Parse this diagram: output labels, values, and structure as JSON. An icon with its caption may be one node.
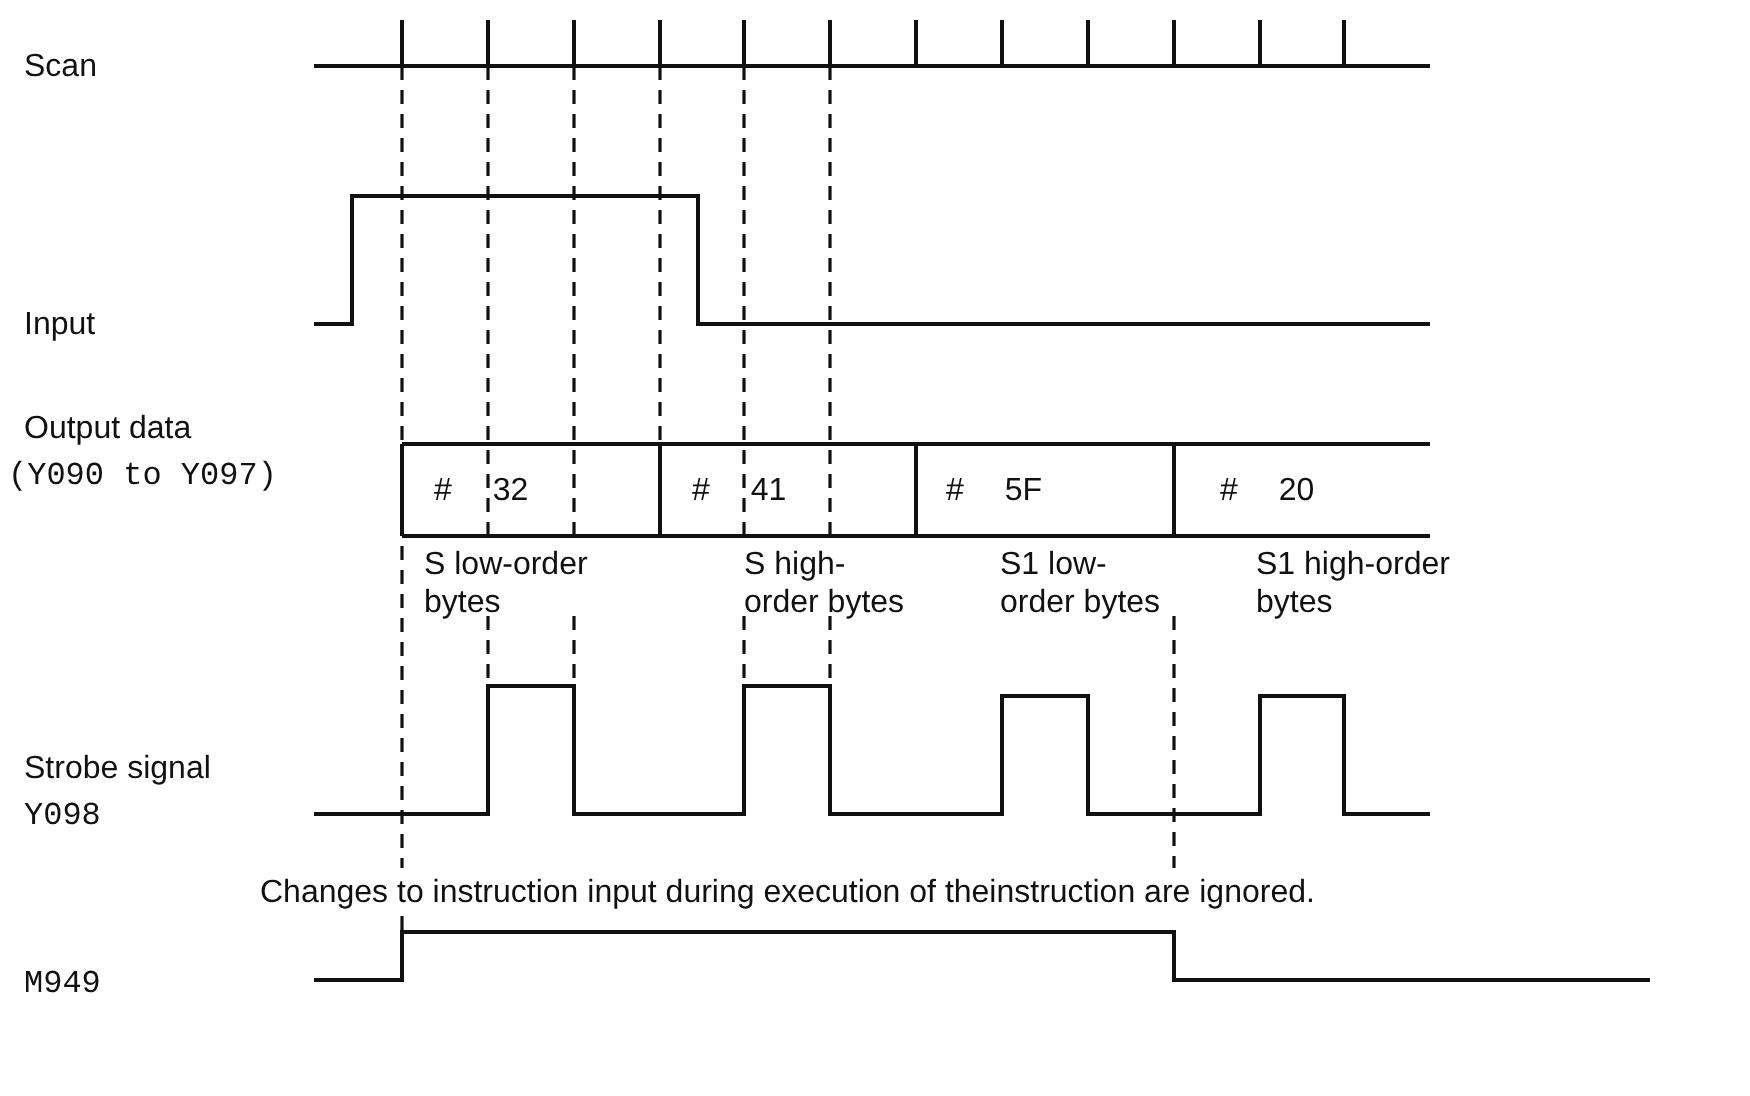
{
  "diagram": {
    "labels": [
      "Scan",
      "Input",
      "Output data",
      "(Y090 to Y097)",
      "# 32",
      "# 41",
      "# 5F",
      "# 20",
      "S low-order bytes",
      "S high-order bytes",
      "S1 low-order bytes",
      "S1 high-order bytes",
      "Strobe signal",
      "Y098",
      "Changes to instruction input during execution of theinstruction are ignored.",
      "M949"
    ]
  }
}
